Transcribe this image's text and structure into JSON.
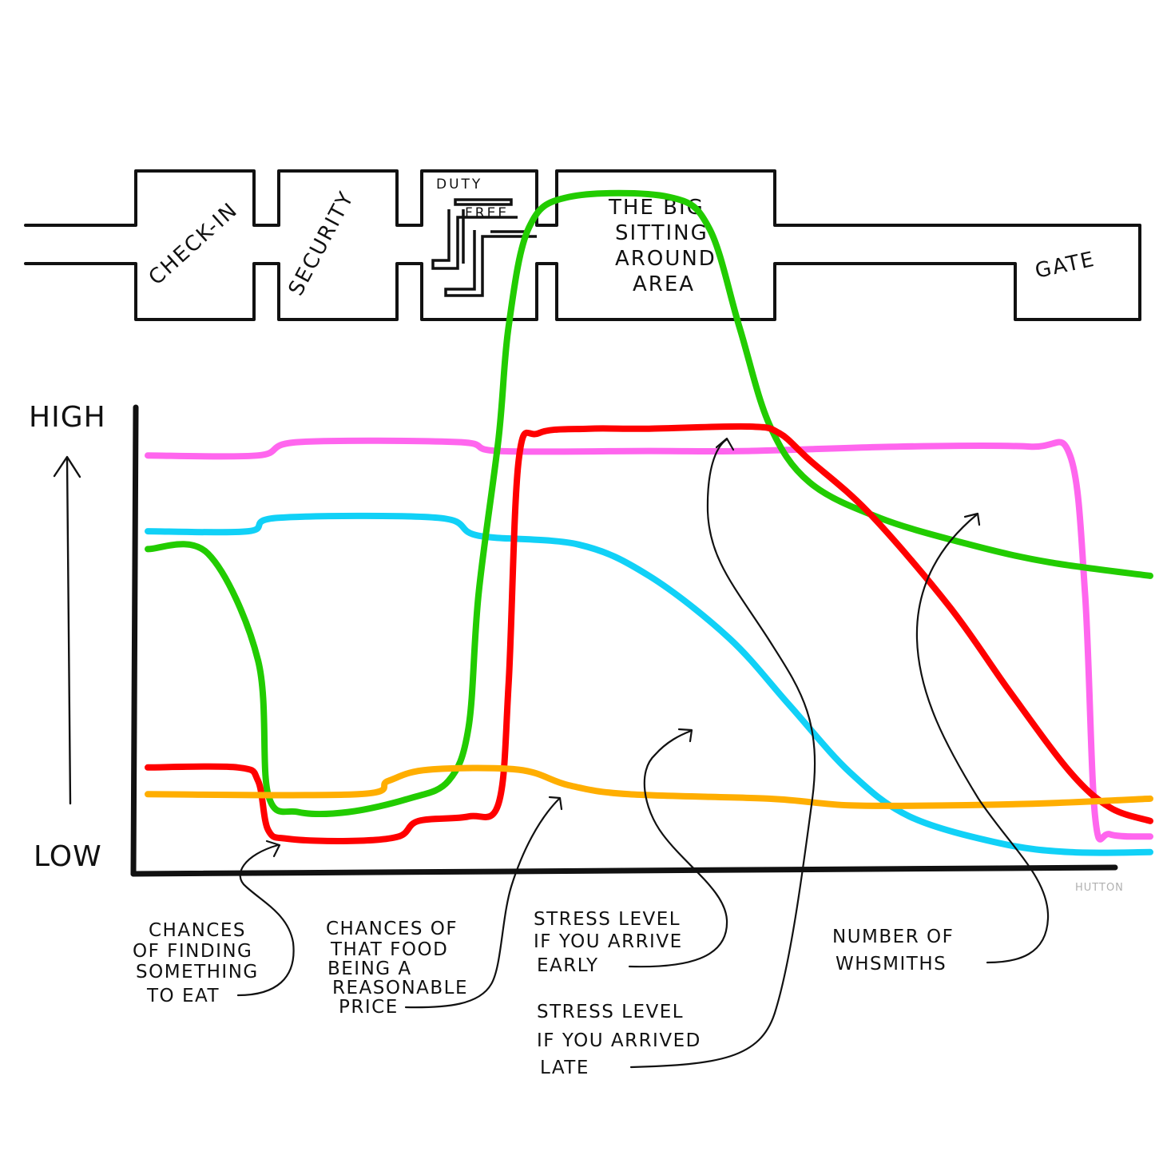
{
  "floorplan": {
    "rooms": [
      "CHECK-IN",
      "SECURITY",
      "DUTY FREE",
      "THE BIG SITTING AROUND AREA",
      "GATE"
    ],
    "checkin_label": "CHECK-IN",
    "security_label": "SECURITY",
    "dutyfree_label_1": "DUTY",
    "dutyfree_label_2": "FREE",
    "bigarea_line_1": "THE BIG",
    "bigarea_line_2": "SITTING",
    "bigarea_line_3": "AROUND",
    "bigarea_line_4": "AREA",
    "gate_label": "GATE"
  },
  "axis": {
    "high_label": "HIGH",
    "low_label": "LOW"
  },
  "annotations": {
    "finding_food": [
      "CHANCES",
      "OF FINDING",
      "SOMETHING",
      "TO EAT"
    ],
    "food_price": [
      "CHANCES OF",
      "THAT FOOD",
      "BEING A",
      "REASONABLE",
      "PRICE"
    ],
    "stress_early": [
      "STRESS LEVEL",
      "IF YOU ARRIVE",
      "EARLY"
    ],
    "stress_late": [
      "STRESS LEVEL",
      "IF YOU ARRIVED",
      "LATE"
    ],
    "whsmiths": [
      "NUMBER OF",
      "WHSMITHS"
    ]
  },
  "signature": "HUTTON",
  "chart_data": {
    "type": "line",
    "xlabel": "",
    "ylabel": "",
    "ylim": [
      0,
      100
    ],
    "y_tick_labels": [
      "LOW",
      "HIGH"
    ],
    "x_stages": [
      "CHECK-IN",
      "SECURITY",
      "DUTY FREE",
      "THE BIG SITTING AROUND AREA",
      "GATE"
    ],
    "series": [
      {
        "name": "NUMBER OF WHSMITHS",
        "color": "#ff66ee",
        "points": [
          [
            0,
            91
          ],
          [
            0.11,
            91
          ],
          [
            0.15,
            94
          ],
          [
            0.31,
            94
          ],
          [
            0.35,
            92
          ],
          [
            0.5,
            92
          ],
          [
            0.6,
            92
          ],
          [
            0.75,
            93
          ],
          [
            0.88,
            93
          ],
          [
            0.92,
            91
          ],
          [
            0.935,
            60
          ],
          [
            0.945,
            10
          ],
          [
            0.96,
            6
          ],
          [
            1.0,
            5.5
          ]
        ]
      },
      {
        "name": "CHANCES OF FINDING SOMETHING TO EAT",
        "color": "#11d1f7",
        "points": [
          [
            0,
            74
          ],
          [
            0.1,
            74
          ],
          [
            0.13,
            77
          ],
          [
            0.29,
            77
          ],
          [
            0.33,
            73
          ],
          [
            0.43,
            71
          ],
          [
            0.5,
            64
          ],
          [
            0.58,
            50
          ],
          [
            0.64,
            35
          ],
          [
            0.7,
            20
          ],
          [
            0.76,
            10
          ],
          [
            0.85,
            4
          ],
          [
            0.92,
            2
          ],
          [
            1.0,
            2
          ]
        ]
      },
      {
        "name": "STRESS LEVEL IF YOU ARRIVE EARLY",
        "color": "#22cc00",
        "points": [
          [
            0,
            70
          ],
          [
            0.06,
            69
          ],
          [
            0.11,
            45
          ],
          [
            0.12,
            15
          ],
          [
            0.15,
            11
          ],
          [
            0.2,
            11
          ],
          [
            0.26,
            14
          ],
          [
            0.3,
            18
          ],
          [
            0.32,
            30
          ],
          [
            0.33,
            60
          ],
          [
            0.35,
            95
          ],
          [
            0.36,
            120
          ],
          [
            0.38,
            142
          ],
          [
            0.42,
            149
          ],
          [
            0.52,
            149
          ],
          [
            0.56,
            142
          ],
          [
            0.59,
            120
          ],
          [
            0.62,
            98
          ],
          [
            0.66,
            85
          ],
          [
            0.73,
            77
          ],
          [
            0.82,
            71
          ],
          [
            0.9,
            67
          ],
          [
            1.0,
            64
          ]
        ]
      },
      {
        "name": "STRESS LEVEL IF YOU ARRIVED LATE",
        "color": "#ff0000",
        "points": [
          [
            0,
            21
          ],
          [
            0.09,
            21
          ],
          [
            0.11,
            18
          ],
          [
            0.12,
            7
          ],
          [
            0.14,
            5
          ],
          [
            0.2,
            4.5
          ],
          [
            0.25,
            5.5
          ],
          [
            0.27,
            9
          ],
          [
            0.32,
            10
          ],
          [
            0.35,
            13
          ],
          [
            0.36,
            40
          ],
          [
            0.37,
            90
          ],
          [
            0.39,
            96
          ],
          [
            0.44,
            97
          ],
          [
            0.5,
            97
          ],
          [
            0.6,
            97.5
          ],
          [
            0.63,
            96
          ],
          [
            0.66,
            90
          ],
          [
            0.72,
            78
          ],
          [
            0.8,
            57
          ],
          [
            0.86,
            38
          ],
          [
            0.92,
            20
          ],
          [
            0.96,
            12
          ],
          [
            1.0,
            9
          ]
        ]
      },
      {
        "name": "CHANCES OF THAT FOOD BEING A REASONABLE PRICE",
        "color": "#ffae00",
        "points": [
          [
            0,
            15
          ],
          [
            0.21,
            15
          ],
          [
            0.24,
            18
          ],
          [
            0.28,
            20.5
          ],
          [
            0.37,
            20.5
          ],
          [
            0.42,
            17
          ],
          [
            0.48,
            15
          ],
          [
            0.62,
            14
          ],
          [
            0.7,
            12.5
          ],
          [
            0.8,
            12.5
          ],
          [
            0.9,
            13
          ],
          [
            1.0,
            14
          ]
        ]
      }
    ]
  }
}
